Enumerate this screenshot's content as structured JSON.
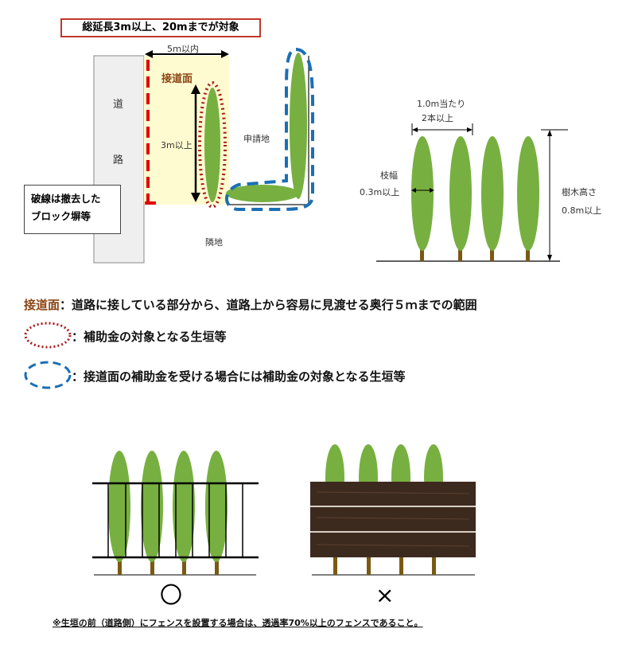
{
  "top_note": "総延長3m以上、20mまでが対象",
  "plan": {
    "width_label": "5ｍ以内",
    "road_face_label": "接道面",
    "depth_label": "3m以上",
    "road_chars": [
      "道",
      "路"
    ],
    "applicant_label": "申請地",
    "neighbor_label": "隣地",
    "callout": [
      "破線は撤去した",
      "ブロック塀等"
    ]
  },
  "elevation": {
    "spacing_label": [
      "1.0m当たり",
      "2本以上"
    ],
    "branch_label": [
      "枝幅",
      "0.3m以上"
    ],
    "height_label": [
      "樹木高さ",
      "0.8m以上"
    ]
  },
  "legend": {
    "key": "接道面",
    "definition": "：道路に接している部分から、道路上から容易に見渡せる奥行５ｍまでの範囲",
    "red_text": "：補助金の対象となる生垣等",
    "blue_text": "：接道面の補助金を受ける場合には補助金の対象となる生垣等",
    "red_color": "#a81c1c",
    "blue_color": "#1a6fb5"
  },
  "fence": {
    "ok_mark": "〇",
    "ng_mark": "×"
  },
  "footnote": "※生垣の前（道路側）にフェンスを設置する場合は、透過率70%以上のフェンスであること。",
  "colors": {
    "foliage": "#77b040",
    "trunk": "#7a5a12",
    "road_face_fill": "#fffbd0",
    "road_fill": "#efefef",
    "fence_wood": "#3d2a1e"
  }
}
